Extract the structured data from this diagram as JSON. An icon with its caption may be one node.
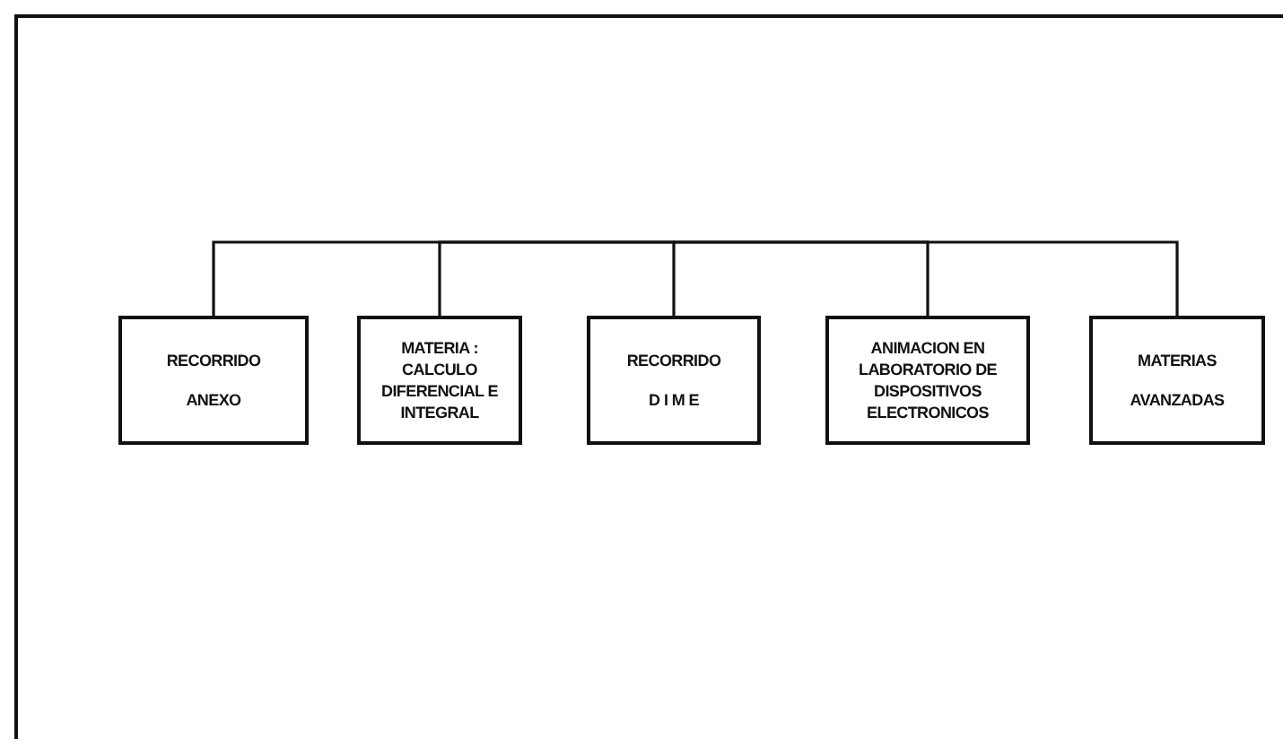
{
  "diagram": {
    "nodes": [
      {
        "text": [
          "RECORRIDO",
          "ANEXO"
        ]
      },
      {
        "text": [
          "MATERIA : CALCULO DIFERENCIAL E INTEGRAL"
        ]
      },
      {
        "text": [
          "RECORRIDO",
          "D I M E"
        ]
      },
      {
        "text": [
          "ANIMACION EN LABORATORIO DE DISPOSITIVOS ELECTRONICOS"
        ]
      },
      {
        "text": [
          "MATERIAS",
          "AVANZADAS"
        ]
      }
    ],
    "edges": [
      {
        "from": null,
        "to": 0,
        "arrow": "none"
      },
      {
        "from": null,
        "to": 1,
        "arrow": "none"
      },
      {
        "from": null,
        "to": 2,
        "arrow": "none"
      },
      {
        "from": null,
        "to": 3,
        "arrow": "none"
      },
      {
        "from": null,
        "to": 4,
        "arrow": "none"
      }
    ]
  }
}
